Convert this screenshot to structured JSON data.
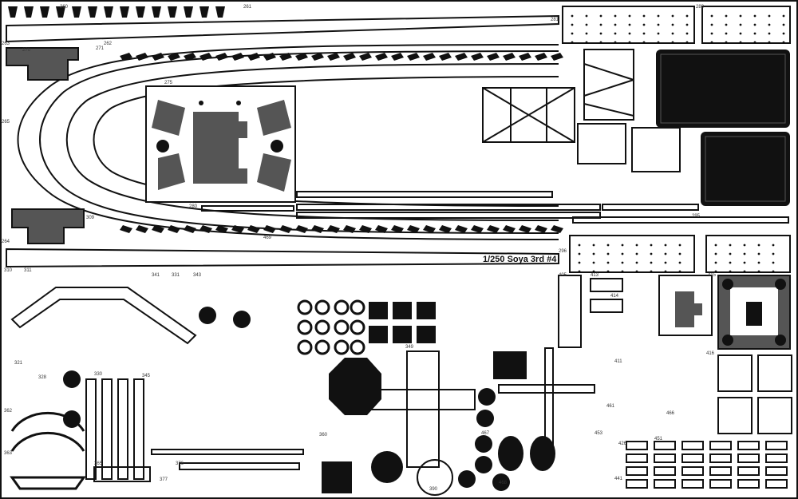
{
  "sheet": {
    "title": "1/250 Soya 3rd #4",
    "colors": {
      "metal": "#111111",
      "half_etch": "#555555",
      "background": "#ffffff"
    },
    "part_numbers": [
      "260",
      "261",
      "262",
      "263",
      "264",
      "265",
      "270",
      "271",
      "275",
      "280",
      "281",
      "283",
      "295",
      "296",
      "309",
      "310",
      "311",
      "321",
      "328",
      "330",
      "331",
      "341",
      "343",
      "345",
      "349",
      "360",
      "362",
      "363",
      "365",
      "376",
      "377",
      "390",
      "405",
      "411",
      "413",
      "414",
      "415",
      "416",
      "426",
      "441",
      "451",
      "453",
      "461",
      "466",
      "467",
      "468",
      "469"
    ]
  }
}
